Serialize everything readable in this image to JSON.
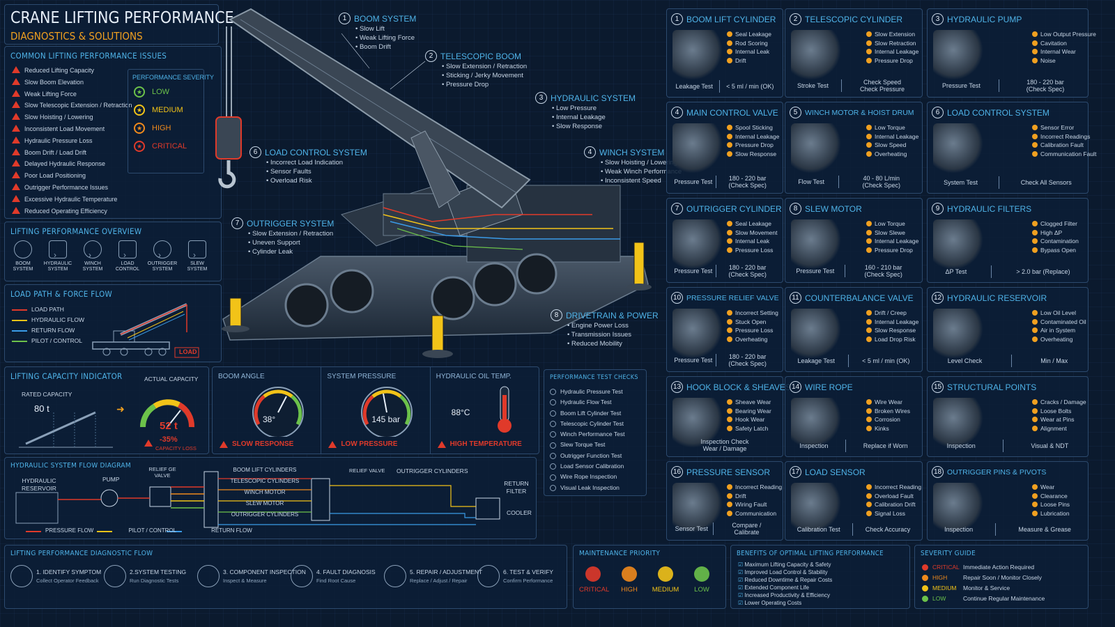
{
  "title": "CRANE LIFTING PERFORMANCE",
  "subtitle": "DIAGNOSTICS & SOLUTIONS",
  "issues": {
    "title": "COMMON LIFTING PERFORMANCE ISSUES",
    "items": [
      "Reduced Lifting Capacity",
      "Slow Boom Elevation",
      "Weak Lifting Force",
      "Slow Telescopic Extension / Retraction",
      "Slow Hoisting / Lowering",
      "Inconsistent Load Movement",
      "Hydraulic Pressure Loss",
      "Boom Drift / Load Drift",
      "Delayed Hydraulic Response",
      "Poor Load Positioning",
      "Outrigger Performance Issues",
      "Excessive Hydraulic Temperature",
      "Reduced Operating Efficiency"
    ]
  },
  "severity": {
    "title": "PERFORMANCE SEVERITY",
    "items": [
      {
        "label": "LOW",
        "color": "#6cc24a"
      },
      {
        "label": "MEDIUM",
        "color": "#f2c318"
      },
      {
        "label": "HIGH",
        "color": "#f08a1c"
      },
      {
        "label": "CRITICAL",
        "color": "#e03a2a"
      }
    ]
  },
  "overview": {
    "title": "LIFTING PERFORMANCE OVERVIEW",
    "items": [
      [
        "BOOM",
        "SYSTEM"
      ],
      [
        "HYDRAULIC",
        "SYSTEM"
      ],
      [
        "WINCH",
        "SYSTEM"
      ],
      [
        "LOAD",
        "CONTROL"
      ],
      [
        "OUTRIGGER",
        "SYSTEM"
      ],
      [
        "SLEW",
        "SYSTEM"
      ]
    ]
  },
  "loadpath": {
    "title": "LOAD PATH & FORCE FLOW",
    "items": [
      {
        "label": "LOAD PATH",
        "color": "#e03a2a"
      },
      {
        "label": "HYDRAULIC FLOW",
        "color": "#f2c318"
      },
      {
        "label": "RETURN FLOW",
        "color": "#3a9be8"
      },
      {
        "label": "PILOT / CONTROL",
        "color": "#6cc24a"
      }
    ],
    "load": "LOAD"
  },
  "callouts": [
    {
      "n": "1",
      "title": "BOOM SYSTEM",
      "items": [
        "Slow Lift",
        "Weak Lifting Force",
        "Boom Drift"
      ]
    },
    {
      "n": "2",
      "title": "TELESCOPIC BOOM",
      "items": [
        "Slow Extension / Retraction",
        "Sticking / Jerky Movement",
        "Pressure Drop"
      ]
    },
    {
      "n": "3",
      "title": "HYDRAULIC SYSTEM",
      "items": [
        "Low Pressure",
        "Internal Leakage",
        "Slow Response"
      ]
    },
    {
      "n": "4",
      "title": "WINCH SYSTEM",
      "items": [
        "Slow Hoisting / Lowering",
        "Weak Winch Performance",
        "Inconsistent Speed"
      ]
    },
    {
      "n": "6",
      "title": "LOAD CONTROL SYSTEM",
      "items": [
        "Incorrect Load Indication",
        "Sensor Faults",
        "Overload Risk"
      ]
    },
    {
      "n": "7",
      "title": "OUTRIGGER SYSTEM",
      "items": [
        "Slow Extension / Retraction",
        "Uneven Support",
        "Cylinder Leak"
      ]
    },
    {
      "n": "8",
      "title": "DRIVETRAIN & POWER",
      "items": [
        "Engine Power Loss",
        "Transmission Issues",
        "Reduced Mobility"
      ]
    }
  ],
  "capacity": {
    "title": "LIFTING CAPACITY INDICATOR",
    "rated_label": "RATED CAPACITY",
    "rated": "80 t",
    "actual_label": "ACTUAL CAPACITY",
    "actual": "52 t",
    "loss": "-35%",
    "loss_label": "CAPACITY LOSS"
  },
  "gauges": [
    {
      "title": "BOOM ANGLE",
      "value": "38°",
      "status": "SLOW RESPONSE"
    },
    {
      "title": "SYSTEM PRESSURE",
      "value": "145 bar",
      "status": "LOW PRESSURE"
    },
    {
      "title": "HYDRAULIC OIL TEMP.",
      "value": "88°C",
      "status": "HIGH TEMPERATURE"
    }
  ],
  "tests": {
    "title": "PERFORMANCE TEST CHECKS",
    "items": [
      "Hydraulic Pressure Test",
      "Hydraulic Flow Test",
      "Boom Lift Cylinder Test",
      "Telescopic Cylinder Test",
      "Winch Performance Test",
      "Slew Torque Test",
      "Outrigger Function Test",
      "Load Sensor Calibration",
      "Wire Rope Inspection",
      "Visual Leak Inspection"
    ]
  },
  "flow": {
    "title": "HYDRAULIC SYSTEM FLOW DIAGRAM",
    "reservoir": "HYDRAULIC RESERVOIR",
    "pump": "PUMP",
    "relief": "RELIEF GE VALVE",
    "relief2": "RELIEF VALVE",
    "outriggers": "OUTRIGGER CYLINDERS",
    "lines": [
      "BOOM LIFT CYLINDERS",
      "TELESCOPIC CYLINDERS",
      "WINCH MOTOR",
      "SLEW MOTOR",
      "OUTRIGGER CYLINDERS"
    ],
    "return_filter": "RETURN FILTER",
    "cooler": "COOLER",
    "legend": [
      {
        "label": "PRESSURE FLOW",
        "color": "#e03a2a"
      },
      {
        "label": "PILOT / CONTROL",
        "color": "#f2c318"
      },
      {
        "label": "RETURN FLOW",
        "color": "#3a9be8"
      }
    ]
  },
  "diag": {
    "title": "LIFTING PERFORMANCE DIAGNOSTIC FLOW",
    "steps": [
      {
        "t": "1. IDENTIFY SYMPTOM",
        "s": "Collect Operator Feedback"
      },
      {
        "t": "2.SYSTEM TESTING",
        "s": "Run Diagnostic Tests"
      },
      {
        "t": "3. COMPONENT INSPECTION",
        "s": "Inspect & Measure"
      },
      {
        "t": "4. FAULT DIAGNOSIS",
        "s": "Find Root Cause"
      },
      {
        "t": "5. REPAIR / ADJUSTMENT",
        "s": "Replace / Adjust / Repair"
      },
      {
        "t": "6. TEST & VERIFY",
        "s": "Confirm Performance"
      }
    ]
  },
  "priority": {
    "title": "MAINTENANCE PRIORITY",
    "items": [
      {
        "label": "CRITICAL",
        "color": "#e03a2a"
      },
      {
        "label": "HIGH",
        "color": "#f08a1c"
      },
      {
        "label": "MEDIUM",
        "color": "#f2c318"
      },
      {
        "label": "LOW",
        "color": "#6cc24a"
      }
    ]
  },
  "benefits": {
    "title": "BENEFITS OF OPTIMAL LIFTING PERFORMANCE",
    "items": [
      "Maximum Lifting Capacity & Safety",
      "Improved Load Control & Stability",
      "Reduced Downtime & Repair Costs",
      "Extended Component Life",
      "Increased Productivity & Efficiency",
      "Lower Operating Costs"
    ]
  },
  "guide": {
    "title": "SEVERITY GUIDE",
    "items": [
      {
        "label": "CRITICAL",
        "desc": "Immediate Action Required",
        "color": "#e03a2a"
      },
      {
        "label": "HIGH",
        "desc": "Repair Soon / Monitor Closely",
        "color": "#f08a1c"
      },
      {
        "label": "MEDIUM",
        "desc": "Monitor & Service",
        "color": "#f2c318"
      },
      {
        "label": "LOW",
        "desc": "Continue Regular Maintenance",
        "color": "#6cc24a"
      }
    ]
  },
  "cards": [
    {
      "n": "1",
      "title": "BOOM LIFT CYLINDER",
      "items": [
        "Seal Leakage",
        "Rod Scoring",
        "Internal Leak",
        "Drift"
      ],
      "f1": "Leakage Test",
      "f2": "< 5 ml / min (OK)"
    },
    {
      "n": "2",
      "title": "TELESCOPIC CYLINDER",
      "items": [
        "Slow Extension",
        "Slow Retraction",
        "Internal Leakage",
        "Pressure Drop"
      ],
      "f1": "Stroke Test",
      "f2": "Check Speed Check Pressure"
    },
    {
      "n": "3",
      "title": "HYDRAULIC PUMP",
      "items": [
        "Low Output Pressure",
        "Cavitation",
        "Internal Wear",
        "Noise"
      ],
      "f1": "Pressure Test",
      "f2": "180 - 220 bar (Check Spec)"
    },
    {
      "n": "4",
      "title": "MAIN CONTROL VALVE",
      "items": [
        "Spool Sticking",
        "Internal Leakage",
        "Pressure Drop",
        "Slow Response"
      ],
      "f1": "Pressure Test",
      "f2": "180 - 220 bar (Check Spec)"
    },
    {
      "n": "5",
      "title": "WINCH MOTOR & HOIST DRUM",
      "items": [
        "Low Torque",
        "Internal Leakage",
        "Slow Speed",
        "Overheating"
      ],
      "f1": "Flow Test",
      "f2": "40 - 80 L/min (Check Spec)"
    },
    {
      "n": "6",
      "title": "LOAD CONTROL SYSTEM",
      "items": [
        "Sensor Error",
        "Incorrect Readings",
        "Calibration Fault",
        "Communication Fault"
      ],
      "f1": "System Test",
      "f2": "Check All Sensors"
    },
    {
      "n": "7",
      "title": "OUTRIGGER CYLINDER",
      "items": [
        "Seal Leakage",
        "Slow Movement",
        "Internal Leak",
        "Pressure Loss"
      ],
      "f1": "Pressure Test",
      "f2": "180 - 220 bar (Check Spec)"
    },
    {
      "n": "8",
      "title": "SLEW MOTOR",
      "items": [
        "Low Torque",
        "Slow Slewe",
        "Internal Leakage",
        "Pressure Drop"
      ],
      "f1": "Pressure Test",
      "f2": "160 - 210 bar (Check Spec)"
    },
    {
      "n": "9",
      "title": "HYDRAULIC FILTERS",
      "items": [
        "Clogged Filter",
        "High ΔP",
        "Contamination",
        "Bypass Open"
      ],
      "f1": "ΔP Test",
      "f2": "> 2.0 bar (Replace)"
    },
    {
      "n": "10",
      "title": "PRESSURE RELIEF VALVE",
      "items": [
        "Incorrect Setting",
        "Stuck Open",
        "Pressure Loss",
        "Overheating"
      ],
      "f1": "Pressure Test",
      "f2": "180 - 220 bar (Check Spec)"
    },
    {
      "n": "11",
      "title": "COUNTERBALANCE VALVE",
      "items": [
        "Drift / Creep",
        "Internal Leakage",
        "Slow Response",
        "Load Drop Risk"
      ],
      "f1": "Leakage Test",
      "f2": "< 5 ml / min (OK)"
    },
    {
      "n": "12",
      "title": "HYDRAULIC RESERVOIR",
      "items": [
        "Low Oil Level",
        "Contaminated Oil",
        "Air in System",
        "Overheating"
      ],
      "f1": "Level Check",
      "f2": "Min / Max"
    },
    {
      "n": "13",
      "title": "HOOK BLOCK & SHEAVES",
      "items": [
        "Sheave Wear",
        "Bearing Wear",
        "Hook Wear",
        "Safety Latch"
      ],
      "f1": "Inspection Check Wear / Damage",
      "f2": ""
    },
    {
      "n": "14",
      "title": "WIRE ROPE",
      "items": [
        "Wire Wear",
        "Broken Wires",
        "Corrosion",
        "Kinks"
      ],
      "f1": "Inspection",
      "f2": "Replace if Worn"
    },
    {
      "n": "15",
      "title": "STRUCTURAL POINTS",
      "items": [
        "Cracks / Damage",
        "Loose Bolts",
        "Wear at Pins",
        "Alignment"
      ],
      "f1": "Inspection",
      "f2": "Visual & NDT"
    },
    {
      "n": "16",
      "title": "PRESSURE SENSOR",
      "items": [
        "Incorrect Reading",
        "Drift",
        "Wiring Fault",
        "Communication"
      ],
      "f1": "Sensor Test",
      "f2": "Compare / Calibrate"
    },
    {
      "n": "17",
      "title": "LOAD SENSOR",
      "items": [
        "Incorrect Reading",
        "Overload Fault",
        "Calibration Drift",
        "Signal Loss"
      ],
      "f1": "Calibration Test",
      "f2": "Check Accuracy"
    },
    {
      "n": "18",
      "title": "OUTRIGGER PINS & PIVOTS",
      "items": [
        "Wear",
        "Clearance",
        "Loose Pins",
        "Lubrication"
      ],
      "f1": "Inspection",
      "f2": "Measure & Grease"
    }
  ]
}
